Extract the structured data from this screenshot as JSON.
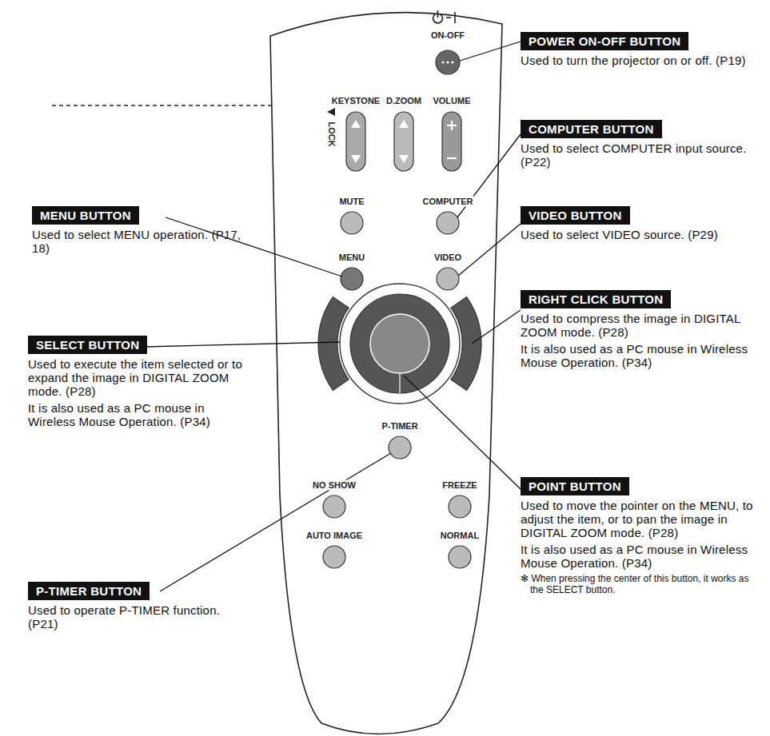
{
  "diagram": {
    "nodes": [
      {
        "text": [
          "POWER ON-OFF BUTTON",
          "Used to turn the projector on or off. (P19)"
        ]
      },
      {
        "text": [
          "COMPUTER BUTTON",
          "Used to select COMPUTER input source. (P22)"
        ]
      },
      {
        "text": [
          "MENU BUTTON",
          "Used to select MENU operation. (P17, 18)"
        ]
      },
      {
        "text": [
          "VIDEO BUTTON",
          "Used to select VIDEO source. (P29)"
        ]
      },
      {
        "text": [
          "RIGHT CLICK BUTTON",
          "Used to compress the image in DIGITAL ZOOM mode. (P28)",
          "It is also used as a PC mouse in Wireless Mouse Operation. (P34)"
        ]
      },
      {
        "text": [
          "SELECT BUTTON",
          "Used to execute the item selected or to expand the image in DIGITAL ZOOM mode. (P28)",
          "It is also used as a PC mouse in Wireless Mouse Operation. (P34)"
        ]
      },
      {
        "text": [
          "POINT BUTTON",
          "Used to move the pointer on the MENU, to adjust the item, or to pan the image in DIGITAL ZOOM mode. (P28)",
          "It is also used as a PC mouse in Wireless Mouse Operation. (P34)",
          "✻ When pressing the center of this button, it works as the SELECT button."
        ]
      },
      {
        "text": [
          "P-TIMER BUTTON",
          "Used to operate P-TIMER function. (P21)"
        ]
      }
    ],
    "labels": [
      "ON-OFF",
      "KEYSTONE",
      "D.ZOOM",
      "VOLUME",
      "LOCK",
      "MUTE",
      "COMPUTER",
      "MENU",
      "VIDEO",
      "P-TIMER",
      "NO SHOW",
      "FREEZE",
      "AUTO IMAGE",
      "NORMAL"
    ]
  }
}
